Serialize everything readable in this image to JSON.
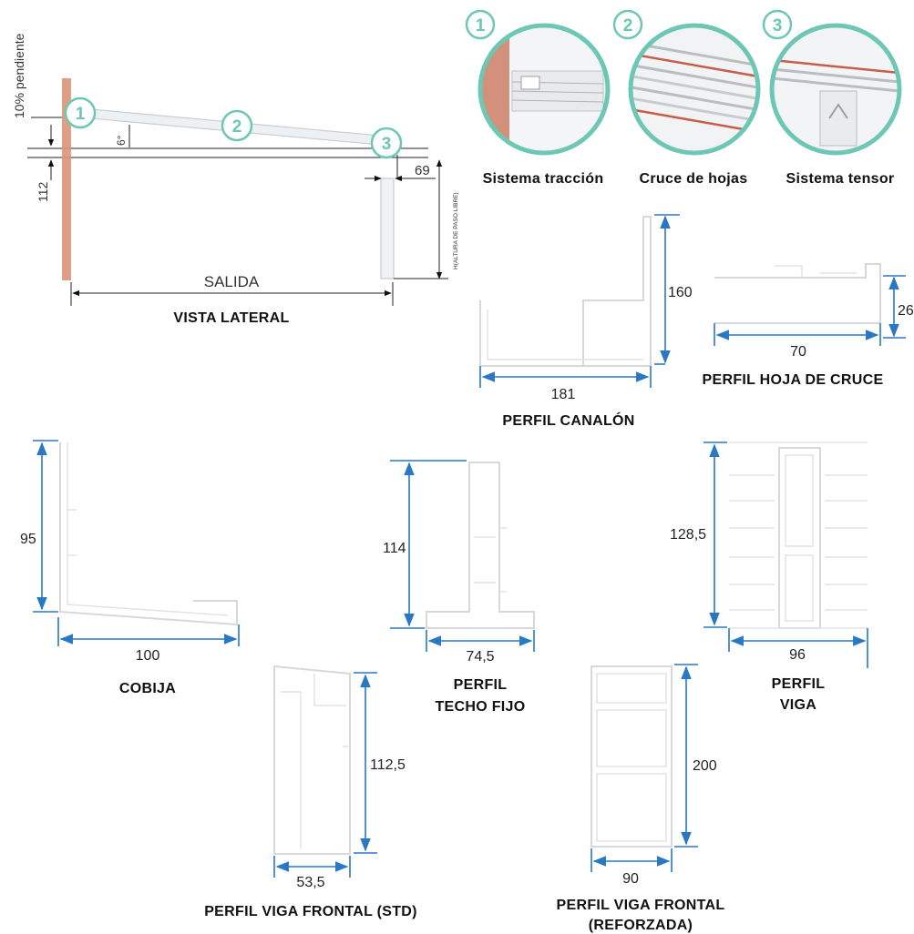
{
  "lateral_view": {
    "slope_label": "10% pendiente",
    "angle_label": "6°",
    "height_label": "112",
    "offset_label": "69",
    "clearance_label": "H(ALTURA DE PASO LIBRE)",
    "projection_label": "SALIDA",
    "caption": "VISTA LATERAL",
    "markers": [
      "1",
      "2",
      "3"
    ]
  },
  "details": [
    {
      "number": "1",
      "caption": "Sistema tracción"
    },
    {
      "number": "2",
      "caption": "Cruce de hojas"
    },
    {
      "number": "3",
      "caption": "Sistema tensor"
    }
  ],
  "profiles": {
    "canalon": {
      "height": "160",
      "width": "181",
      "caption": "PERFIL CANALÓN"
    },
    "hoja_cruce": {
      "height": "26",
      "width": "70",
      "caption": "PERFIL HOJA DE CRUCE"
    },
    "cobija": {
      "height": "95",
      "width": "100",
      "caption": "COBIJA"
    },
    "techo_fijo": {
      "height": "114",
      "width": "74,5",
      "caption_line1": "PERFIL",
      "caption_line2": "TECHO FIJO"
    },
    "viga": {
      "height": "128,5",
      "width": "96",
      "caption_line1": "PERFIL",
      "caption_line2": "VIGA"
    },
    "viga_frontal_std": {
      "height": "112,5",
      "width": "53,5",
      "caption": "PERFIL VIGA FRONTAL (STD)"
    },
    "viga_frontal_ref": {
      "height": "200",
      "width": "90",
      "caption_line1": "PERFIL VIGA FRONTAL",
      "caption_line2": "(REFORZADA)"
    }
  },
  "colors": {
    "dimension": "#2a77c4",
    "badge": "#6cc7b4",
    "wall": "#d9967a",
    "profile": "#d6d8da"
  }
}
